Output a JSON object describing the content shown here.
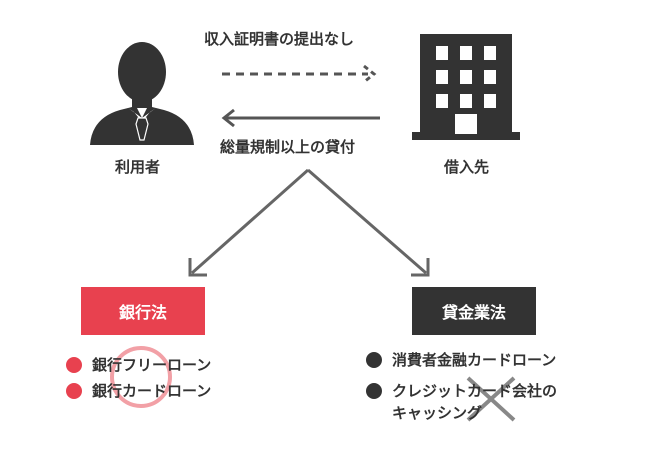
{
  "nodes": {
    "user": "利用者",
    "lender": "借入先"
  },
  "arrows": {
    "no_income_proof": "収入証明書の提出なし",
    "total_volume_regulation": "総量規制以上の貸付"
  },
  "laws": {
    "banking_act": {
      "title": "銀行法",
      "color": "#e8414f",
      "items": [
        "銀行フリーローン",
        "銀行カードローン"
      ],
      "mark": "circle"
    },
    "money_lending_act": {
      "title": "貸金業法",
      "color": "#333333",
      "items": [
        "消費者金融カードローン",
        "クレジットカード会社の",
        "キャッシング"
      ],
      "mark": "cross"
    }
  },
  "colors": {
    "accent": "#e8414f",
    "dark": "#333333",
    "arrow": "#555555",
    "circle_mark": "#f2a0a6",
    "cross_mark": "#888888"
  }
}
